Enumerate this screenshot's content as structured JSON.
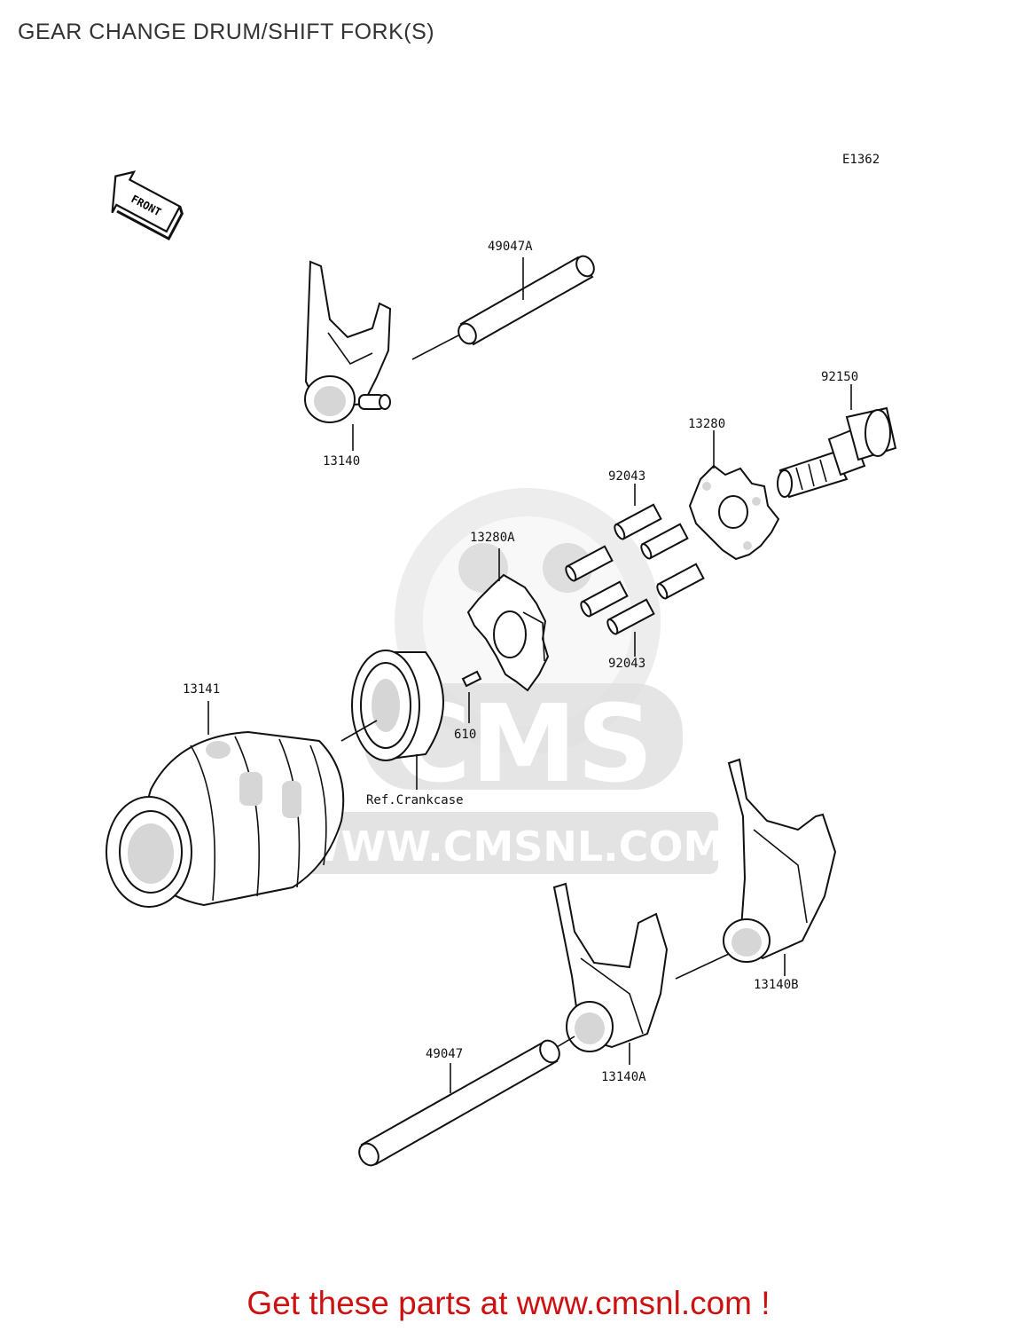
{
  "page": {
    "title": "GEAR CHANGE DRUM/SHIFT FORK(S)",
    "diagram_code": "E1362",
    "front_marker": "FRONT",
    "footer": "Get these parts at www.cmsnl.com !"
  },
  "watermark": {
    "brand": "CMS",
    "url": "WWW.CMSNL.COM"
  },
  "callouts": {
    "c49047A": "49047A",
    "c13140": "13140",
    "c92150": "92150",
    "c13280": "13280",
    "c92043_top": "92043",
    "c13280A": "13280A",
    "c92043_bottom": "92043",
    "c13141": "13141",
    "c610": "610",
    "c_ref_crankcase": "Ref.Crankcase",
    "c13140B": "13140B",
    "c49047": "49047",
    "c13140A": "13140A"
  },
  "colors": {
    "footer": "#cc1111",
    "watermark": "#dedede",
    "line": "#111111"
  }
}
